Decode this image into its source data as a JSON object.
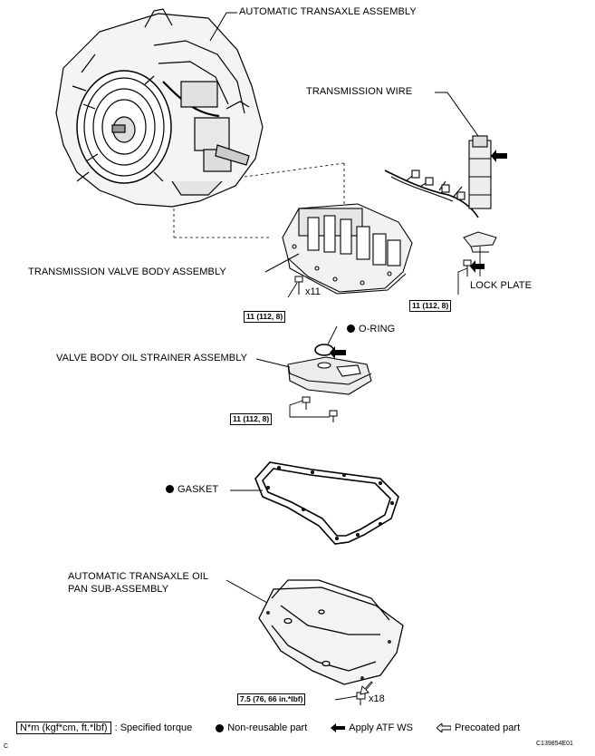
{
  "labels": {
    "transaxle": "AUTOMATIC TRANSAXLE ASSEMBLY",
    "trans_wire": "TRANSMISSION WIRE",
    "valve_body": "TRANSMISSION VALVE BODY ASSEMBLY",
    "lock_plate": "LOCK PLATE",
    "o_ring": "O-RING",
    "strainer": "VALVE BODY OIL STRAINER ASSEMBLY",
    "gasket": "GASKET",
    "oil_pan_1": "AUTOMATIC TRANSAXLE OIL",
    "oil_pan_2": "PAN SUB-ASSEMBLY"
  },
  "torques": {
    "valve_body": "11 (112, 8)",
    "lock_plate": "11 (112, 8)",
    "strainer": "11 (112, 8)",
    "oil_pan": "7.5 (76, 66 in.*lbf)"
  },
  "quantities": {
    "valve_body_bolts": "x11",
    "oil_pan_bolts": "x18"
  },
  "legend": {
    "torque_unit": "N*m (kgf*cm, ft.*lbf)",
    "torque_desc": ": Specified torque",
    "non_reusable": "Non-reusable part",
    "apply_atf": "Apply ATF WS",
    "precoated": "Precoated part"
  },
  "corner": {
    "left": "C",
    "right": "C139854E01"
  }
}
